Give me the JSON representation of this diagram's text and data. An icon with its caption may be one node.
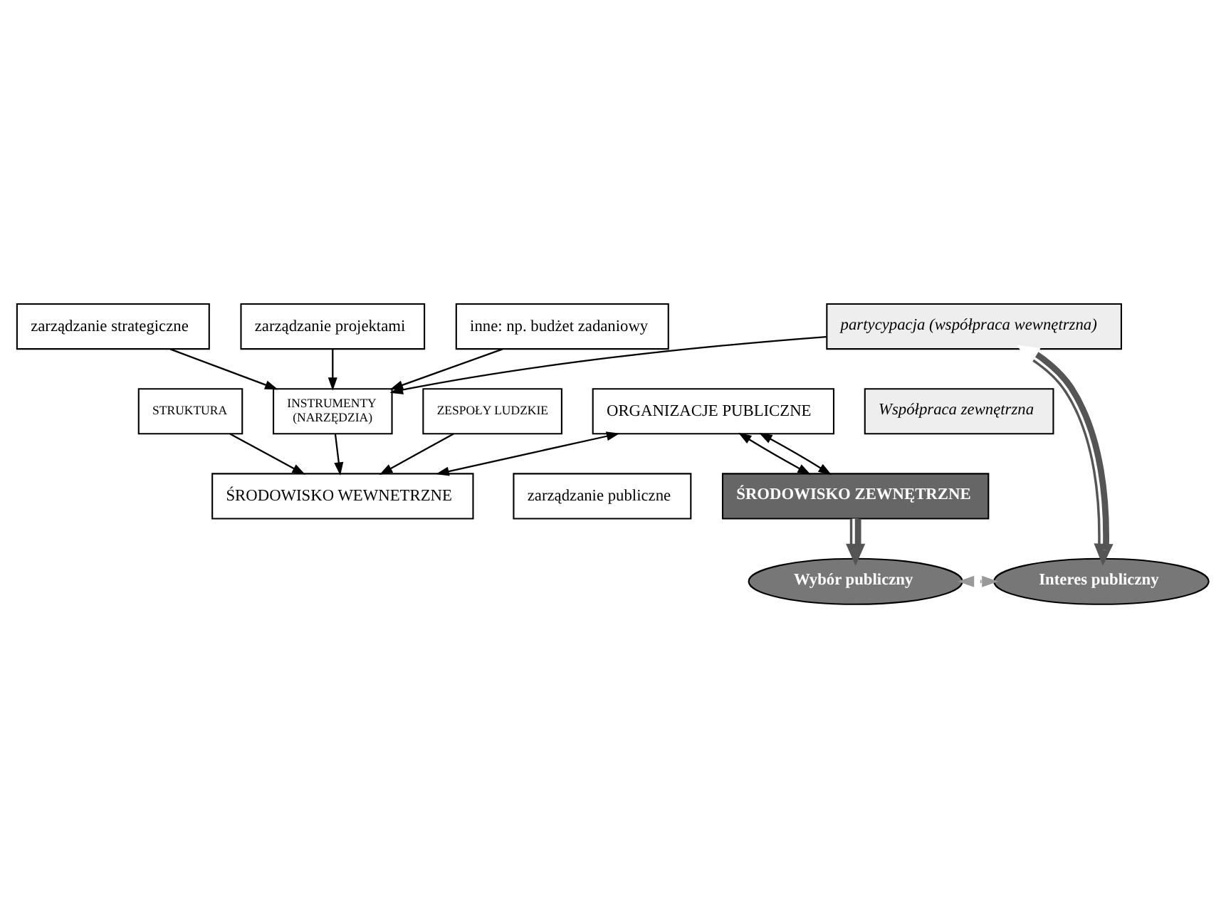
{
  "diagram": {
    "nodes": [
      {
        "text": [
          "ORGANIZACJE PUBLICZNE"
        ]
      },
      {
        "text": [
          "zarządzanie publiczne"
        ]
      },
      {
        "text": [
          "Współpraca zewnętrzna"
        ]
      },
      {
        "text": [
          "ŚRODOWISKO WEWNETRZNE"
        ]
      },
      {
        "text": [
          "STRUKTURA"
        ]
      },
      {
        "text": [
          "INSTRUMENTY",
          "(NARZĘDZIA)"
        ]
      },
      {
        "text": [
          "ZESPOŁY LUDZKIE"
        ]
      },
      {
        "text": [
          "zarządzanie strategiczne"
        ]
      },
      {
        "text": [
          "zarządzanie projektami"
        ]
      },
      {
        "text": [
          "partycypacja (współpraca wewnętrzna)"
        ]
      },
      {
        "text": [
          "inne: np. budżet zadaniowy"
        ]
      },
      {
        "text": [
          "ŚRODOWISKO ZEWNĘTRZNE"
        ]
      },
      {
        "text": [
          "Wybór publiczny"
        ]
      },
      {
        "text": [
          "Interes publiczny"
        ]
      }
    ],
    "edges": [
      {
        "from": 0,
        "to": 11,
        "arrow": "both"
      },
      {
        "from": 0,
        "to": 11,
        "arrow": "both"
      },
      {
        "from": 0,
        "to": 3,
        "arrow": "both"
      },
      {
        "from": 4,
        "to": 3,
        "arrow": "to"
      },
      {
        "from": 5,
        "to": 3,
        "arrow": "to"
      },
      {
        "from": 6,
        "to": 3,
        "arrow": "to"
      },
      {
        "from": 7,
        "to": 5,
        "arrow": "to"
      },
      {
        "from": 8,
        "to": 5,
        "arrow": "to"
      },
      {
        "from": 9,
        "to": 5,
        "arrow": "to"
      },
      {
        "from": 10,
        "to": 5,
        "arrow": "to"
      },
      {
        "from": 9,
        "to": 13,
        "arrow": "both",
        "style": "thick"
      },
      {
        "from": 11,
        "to": 12,
        "arrow": "to",
        "style": "thick"
      },
      {
        "from": 12,
        "to": 13,
        "arrow": "both",
        "style": "dashed",
        "color": "#999999"
      }
    ]
  }
}
